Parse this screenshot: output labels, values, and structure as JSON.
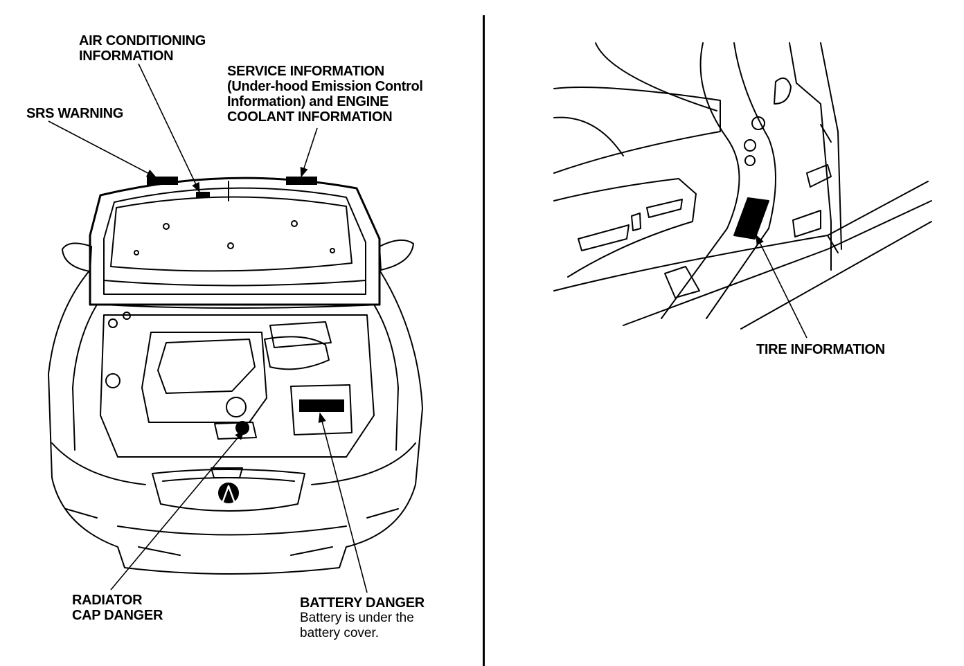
{
  "labels": {
    "air_conditioning": [
      "AIR CONDITIONING",
      "INFORMATION"
    ],
    "service": [
      "SERVICE INFORMATION",
      "(Under-hood Emission Control",
      "Information) and ENGINE",
      "COOLANT INFORMATION"
    ],
    "srs": "SRS WARNING",
    "radiator": [
      "RADIATOR",
      "CAP DANGER"
    ],
    "battery_title": "BATTERY DANGER",
    "battery_note": [
      "Battery is under the",
      "battery cover."
    ],
    "tire": "TIRE INFORMATION"
  }
}
